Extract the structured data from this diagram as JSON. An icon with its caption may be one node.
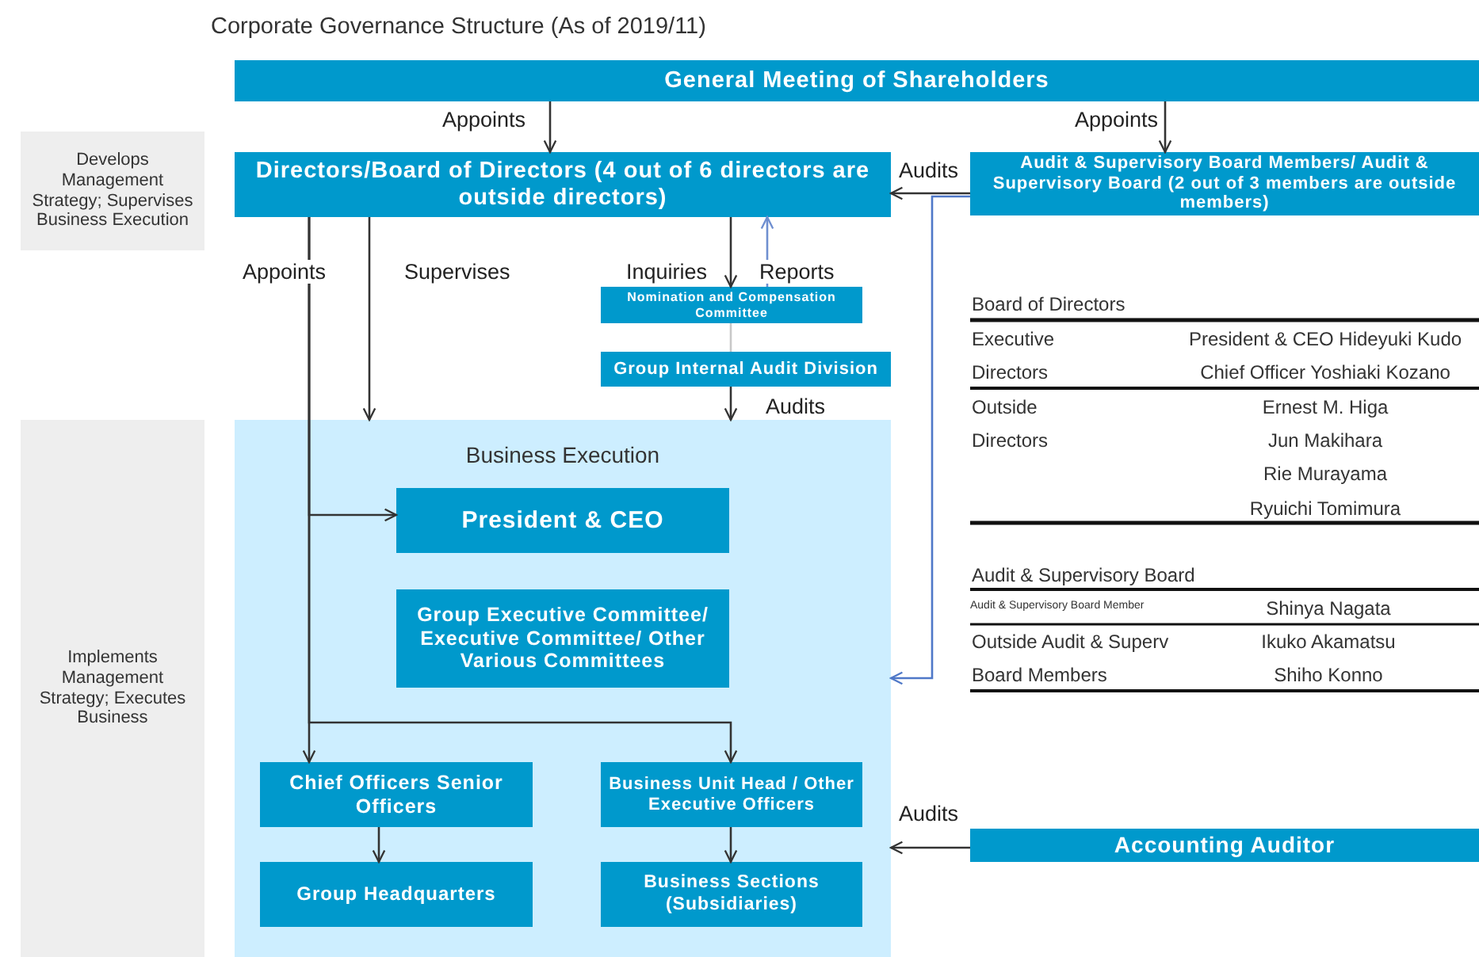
{
  "diagram": {
    "title": "Corporate Governance Structure (As of 2019/11)",
    "nodes": [
      {
        "text": [
          "General Meeting of Shareholders"
        ]
      },
      {
        "text": [
          "Directors/Board of Directors (4 out of 6 directors are outside directors)"
        ]
      },
      {
        "text": [
          "Audit & Supervisory Board Members/ Audit & Supervisory Board (2 out of 3 members are outside members)"
        ]
      },
      {
        "text": [
          "Nomination and Compensation Committee"
        ]
      },
      {
        "text": [
          "Group Internal Audit Division"
        ]
      },
      {
        "text": [
          "Business Execution"
        ]
      },
      {
        "text": [
          "President & CEO"
        ],
        "in": 5
      },
      {
        "text": [
          "Group Executive Committee/ Executive Committee/ Other Various Committees"
        ],
        "in": 5
      },
      {
        "text": [
          "Chief Officers Senior Officers"
        ],
        "in": 5
      },
      {
        "text": [
          "Business Unit Head / Other Executive Officers"
        ],
        "in": 5
      },
      {
        "text": [
          "Group Headquarters"
        ],
        "in": 5
      },
      {
        "text": [
          "Business Sections (Subsidiaries)"
        ],
        "in": 5
      },
      {
        "text": [
          "Accounting Auditor"
        ]
      },
      {
        "text": [
          "Develops Management Strategy; Supervises Business Execution"
        ]
      },
      {
        "text": [
          "Implements Management Strategy; Executes Business"
        ]
      }
    ],
    "edges": [
      {
        "from": 0,
        "to": 1,
        "arrow": "to",
        "label": "Appoints"
      },
      {
        "from": 0,
        "to": 2,
        "arrow": "to",
        "label": "Appoints"
      },
      {
        "from": 2,
        "to": 1,
        "arrow": "to",
        "label": "Audits"
      },
      {
        "from": 1,
        "to": 6,
        "arrow": "to"
      },
      {
        "from": 1,
        "to": 8,
        "arrow": "to",
        "label": "Appoints"
      },
      {
        "from": 1,
        "to": 9,
        "arrow": "to"
      },
      {
        "from": 1,
        "to": 5,
        "arrow": "to",
        "label": "Supervises"
      },
      {
        "from": 1,
        "to": 3,
        "arrow": "to",
        "label": "Inquiries"
      },
      {
        "from": 3,
        "to": 1,
        "arrow": "to",
        "label": "Reports",
        "color": "#6f8fd0"
      },
      {
        "from": 3,
        "to": 4,
        "arrow": "none",
        "color": "#c8c8c8"
      },
      {
        "from": 4,
        "to": 5,
        "arrow": "to",
        "label": "Audits"
      },
      {
        "from": 2,
        "to": 5,
        "arrow": "to",
        "color": "#4f78c8"
      },
      {
        "from": 12,
        "to": 5,
        "arrow": "to",
        "label": "Audits"
      },
      {
        "from": 8,
        "to": 10,
        "arrow": "to"
      },
      {
        "from": 9,
        "to": 11,
        "arrow": "to"
      }
    ],
    "labels": [
      "Board of Directors",
      "Executive",
      "President & CEO Hideyuki Kudo",
      "Directors",
      "Chief Officer Yoshiaki Kozano",
      "Outside",
      "Ernest M. Higa",
      "Directors",
      "Jun Makihara",
      "Rie Murayama",
      "Ryuichi Tomimura",
      "Audit & Supervisory Board",
      "Audit & Supervisory Board Member",
      "Shinya Nagata",
      "Outside Audit & Superv",
      "Ikuko Akamatsu",
      "Board Members",
      "Shiho Konno"
    ]
  }
}
